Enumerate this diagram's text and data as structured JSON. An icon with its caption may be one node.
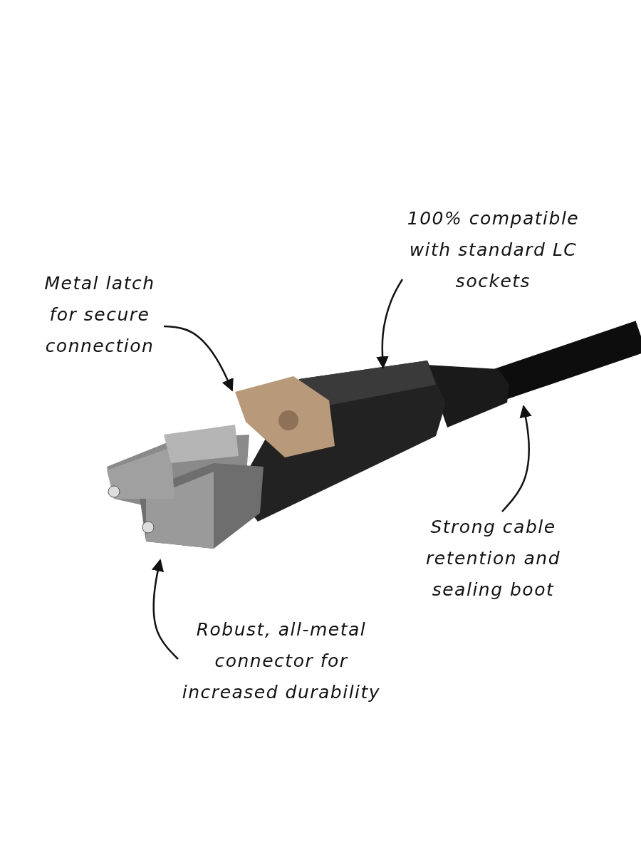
{
  "diagram": {
    "nodes": [
      {
        "text": [
          "Metal latch for secure connection"
        ]
      },
      {
        "text": [
          "100% compatible with standard LC sockets"
        ]
      },
      {
        "text": [
          "Strong cable retention and sealing boot"
        ]
      },
      {
        "text": [
          "Robust, all-metal connector for increased durability"
        ]
      }
    ],
    "edges": [
      {
        "from": 0,
        "to": null,
        "arrow": "to"
      },
      {
        "from": 1,
        "to": null,
        "arrow": "to"
      },
      {
        "from": 2,
        "to": null,
        "arrow": "to"
      },
      {
        "from": 3,
        "to": null,
        "arrow": "to"
      }
    ]
  }
}
